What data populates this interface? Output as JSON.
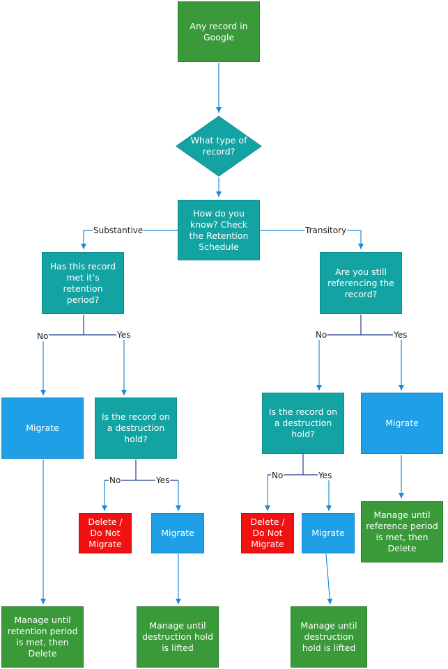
{
  "nodes": {
    "start": "Any record in Google",
    "type_q": "What type of record?",
    "how_know": "How do you know? Check the Retention Schedule",
    "retention_q": "Has this record met it’s retention period?",
    "referencing_q": "Are you still referencing the record?",
    "migrate_left": "Migrate",
    "hold_q_left": "Is the record on a destruction hold?",
    "hold_q_right": "Is the record on a destruction hold?",
    "migrate_right": "Migrate",
    "delete_left": "Delete / Do Not Migrate",
    "migrate_hold_left": "Migrate",
    "delete_right": "Delete / Do Not Migrate",
    "migrate_hold_right": "Migrate",
    "manage_reference": "Manage until reference period is met, then Delete",
    "manage_retention": "Manage until retention period is met, then Delete",
    "manage_hold_left": "Manage until destruction hold is lifted",
    "manage_hold_right": "Manage until destruction hold is lifted"
  },
  "labels": {
    "substantive": "Substantive",
    "transitory": "Transitory",
    "no": "No",
    "yes": "Yes"
  },
  "colors": {
    "start": "#3a9a3a",
    "decision": "#14a3a3",
    "migrate": "#1e9fe6",
    "delete": "#f01212",
    "manage": "#3a9a3a",
    "edge_vertical": "#1e88d6",
    "edge_branch": "#1f3b8a"
  }
}
